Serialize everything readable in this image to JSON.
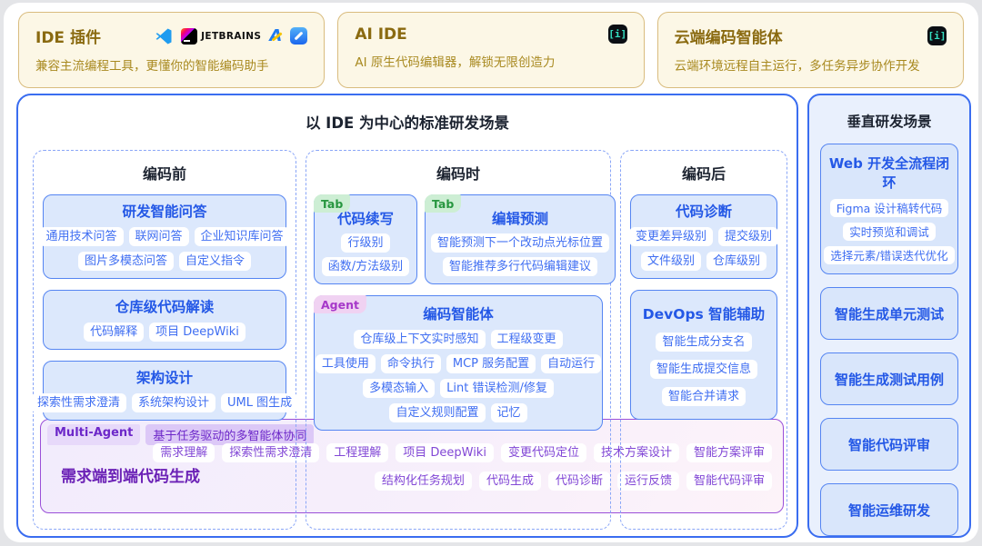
{
  "top_cards": [
    {
      "title": "IDE 插件",
      "subtitle": "兼容主流编程工具，更懂你的智能编码助手",
      "jetbrains_label": "JETBRAINS",
      "appcode_letter": "A"
    },
    {
      "title": "AI IDE",
      "subtitle": "AI 原生代码编辑器，解锁无限创造力",
      "icon_glyph": "[i]"
    },
    {
      "title": "云端编码智能体",
      "subtitle": "云端环境远程自主运行，多任务异步协作开发",
      "icon_glyph": "[i]"
    }
  ],
  "main": {
    "title": "以 IDE 为中心的标准研发场景",
    "columns": [
      {
        "header": "编码前",
        "cards": [
          {
            "title": "研发智能问答",
            "rows": [
              [
                "通用技术问答",
                "联网问答",
                "企业知识库问答"
              ],
              [
                "图片多模态问答",
                "自定义指令"
              ]
            ]
          },
          {
            "title": "仓库级代码解读",
            "rows": [
              [
                "代码解释",
                "项目 DeepWiki"
              ]
            ]
          },
          {
            "title": "架构设计",
            "rows": [
              [
                "探索性需求澄清",
                "系统架构设计",
                "UML 图生成"
              ]
            ]
          }
        ]
      },
      {
        "header": "编码时",
        "pair_cards": [
          {
            "badge": "Tab",
            "title": "代码续写",
            "rows": [
              [
                "行级别"
              ],
              [
                "函数/方法级别"
              ]
            ]
          },
          {
            "badge": "Tab",
            "title": "编辑预测",
            "rows": [
              [
                "智能预测下一个改动点光标位置"
              ],
              [
                "智能推荐多行代码编辑建议"
              ]
            ]
          }
        ],
        "agent_card": {
          "badge": "Agent",
          "title": "编码智能体",
          "rows": [
            [
              "仓库级上下文实时感知",
              "工程级变更"
            ],
            [
              "工具使用",
              "命令执行",
              "MCP 服务配置",
              "自动运行"
            ],
            [
              "多模态输入",
              "Lint 错误检测/修复"
            ],
            [
              "自定义规则配置",
              "记忆"
            ]
          ]
        }
      },
      {
        "header": "编码后",
        "cards": [
          {
            "title": "代码诊断",
            "rows": [
              [
                "变更差异级别",
                "提交级别"
              ],
              [
                "文件级别",
                "仓库级别"
              ]
            ]
          },
          {
            "title": "DevOps 智能辅助",
            "rows": [
              [
                "智能生成分支名"
              ],
              [
                "智能生成提交信息"
              ],
              [
                "智能合并请求"
              ]
            ]
          }
        ]
      }
    ],
    "multi_agent": {
      "badge": "Multi-Agent",
      "badge_desc": "基于任务驱动的多智能体协同",
      "title": "需求端到端代码生成",
      "rows": [
        [
          "需求理解",
          "探索性需求澄清",
          "工程理解",
          "项目 DeepWiki",
          "变更代码定位",
          "技术方案设计",
          "智能方案评审"
        ],
        [
          "结构化任务规划",
          "代码生成",
          "代码诊断",
          "运行反馈",
          "智能代码评审"
        ]
      ]
    }
  },
  "sidebar": {
    "title": "垂直研发场景",
    "web_card": {
      "title": "Web 开发全流程闭环",
      "tags": [
        "Figma 设计稿转代码",
        "实时预览和调试",
        "选择元素/错误迭代优化"
      ]
    },
    "cards": [
      "智能生成单元测试",
      "智能生成测试用例",
      "智能代码评审",
      "智能运维研发"
    ]
  },
  "colors": {
    "accent_blue": "#3a6df0",
    "card_blue_bg": "#dce8fc",
    "title_blue": "#2458e6",
    "gold_title": "#8a6a10",
    "gold_bg": "#fcf7e6",
    "green_badge": "#27963f",
    "agent_badge": "#a638c9",
    "purple_accent": "#9a4fd8",
    "purple_text": "#8247d6",
    "lingma_teal": "#35e0c2"
  }
}
